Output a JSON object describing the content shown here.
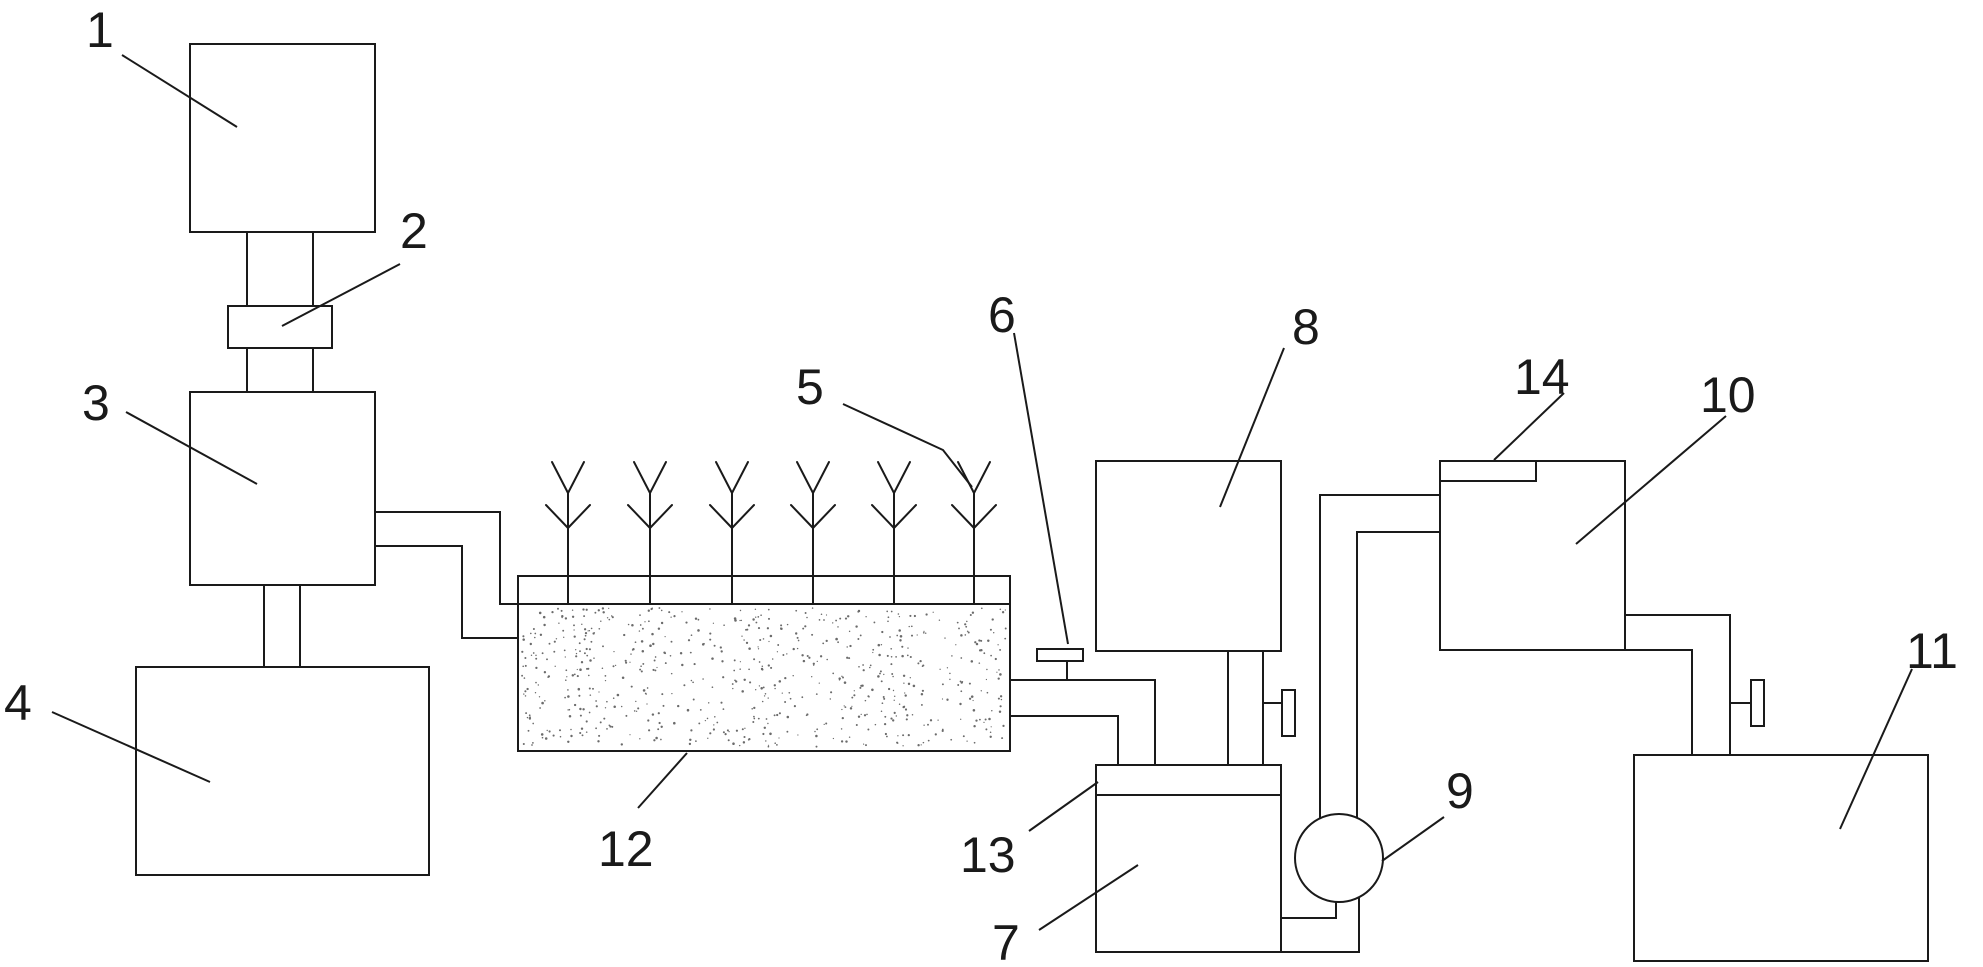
{
  "labels": {
    "l1": "1",
    "l2": "2",
    "l3": "3",
    "l4": "4",
    "l5": "5",
    "l6": "6",
    "l7": "7",
    "l8": "8",
    "l9": "9",
    "l10": "10",
    "l11": "11",
    "l12": "12",
    "l13": "13",
    "l14": "14"
  },
  "colors": {
    "stroke": "#1a1a1a",
    "background": "#ffffff",
    "soil_dots": "#6b6b6b"
  }
}
